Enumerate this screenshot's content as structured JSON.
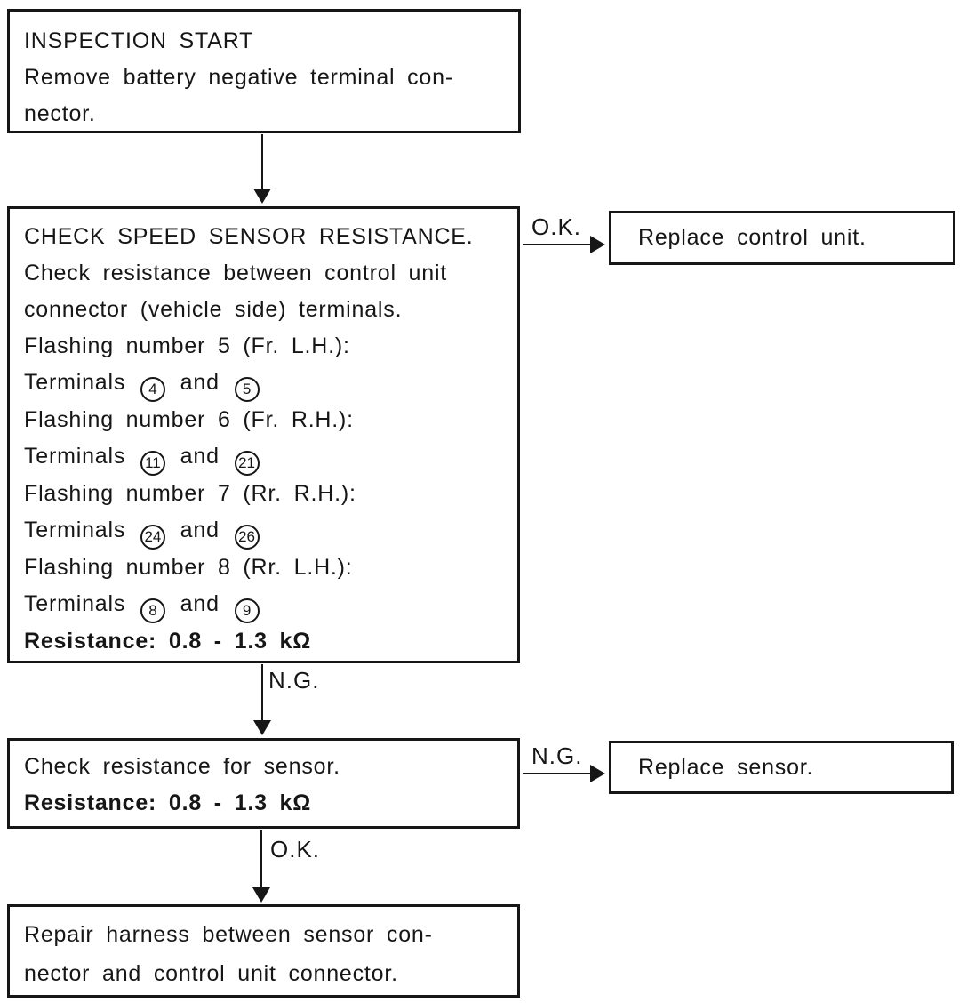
{
  "palette": {
    "ink": "#161616",
    "background": "#ffffff"
  },
  "labels": {
    "ok_to_replace_control_unit": "O.K.",
    "ng_to_check_sensor": "N.G.",
    "ng_to_replace_sensor": "N.G.",
    "ok_to_repair_harness": "O.K."
  },
  "boxes": {
    "inspection_start": {
      "line1": "INSPECTION START",
      "line2": "Remove battery negative terminal con-",
      "line3": "nector."
    },
    "check_sensor_resistance": {
      "line1": "CHECK SPEED SENSOR RESISTANCE.",
      "line2": "Check resistance between control unit",
      "line3": "connector (vehicle side) terminals.",
      "line4": "Flashing number 5 (Fr. L.H.):",
      "line5_prefix": "Terminals",
      "line5_terminal_a": "4",
      "line5_and": "and",
      "line5_terminal_b": "5",
      "line6": "Flashing number 6 (Fr. R.H.):",
      "line7_prefix": "Terminals",
      "line7_terminal_a": "11",
      "line7_and": "and",
      "line7_terminal_b": "21",
      "line8": "Flashing number 7 (Rr. R.H.):",
      "line9_prefix": "Terminals",
      "line9_terminal_a": "24",
      "line9_and": "and",
      "line9_terminal_b": "26",
      "line10": "Flashing number 8 (Rr. L.H.):",
      "line11_prefix": "Terminals",
      "line11_terminal_a": "8",
      "line11_and": "and",
      "line11_terminal_b": "9",
      "line12": "Resistance: 0.8 - 1.3 kΩ"
    },
    "replace_control_unit": {
      "line1": "Replace control unit."
    },
    "check_sensor": {
      "line1": "Check resistance for sensor.",
      "line2": "Resistance: 0.8 - 1.3 kΩ"
    },
    "replace_sensor": {
      "line1": "Replace sensor."
    },
    "repair_harness": {
      "line1": "Repair harness between sensor con-",
      "line2": "nector and control unit connector."
    }
  }
}
